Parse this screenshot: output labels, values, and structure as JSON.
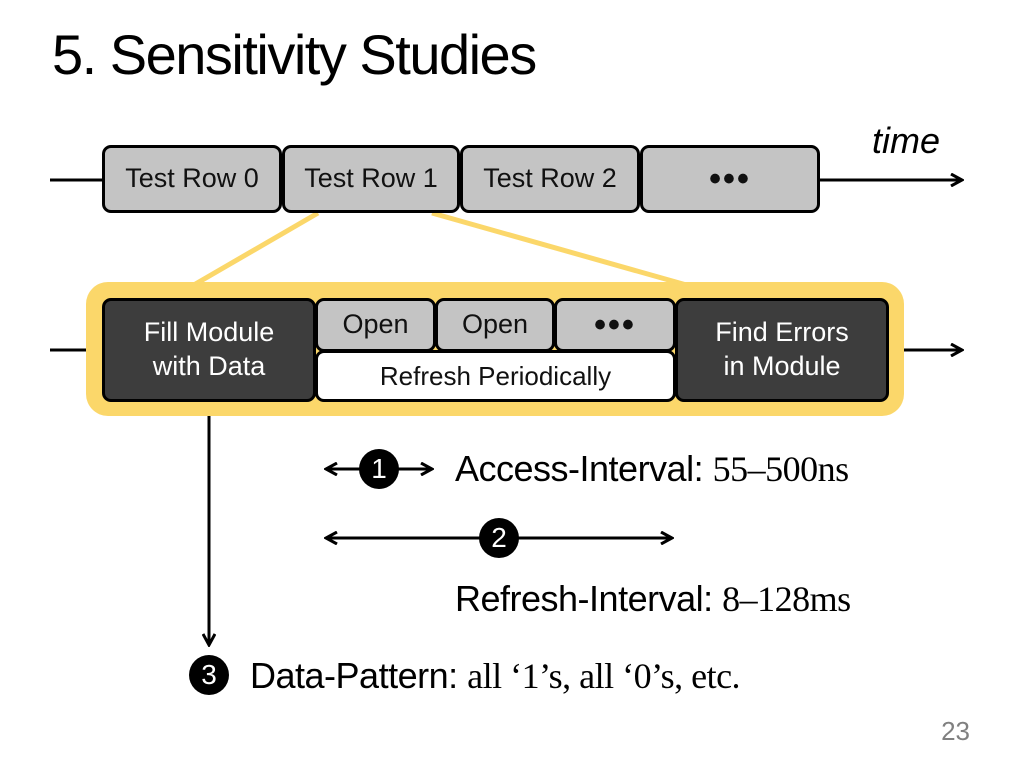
{
  "slide": {
    "title": "5. Sensitivity Studies",
    "page_number": "23"
  },
  "timeline": {
    "time_label": "time",
    "test_rows": [
      "Test Row 0",
      "Test Row 1",
      "Test Row 2"
    ],
    "ellipsis": "•••"
  },
  "row_detail": {
    "fill": "Fill Module with Data",
    "open_1": "Open",
    "open_2": "Open",
    "ellipsis": "•••",
    "refresh": "Refresh Periodically",
    "find": "Find Errors in Module",
    "highlight_color": "#fbd76a"
  },
  "parameters": {
    "access": {
      "number": "1",
      "name": "Access-Interval:",
      "value": "55–500ns"
    },
    "refresh": {
      "number": "2",
      "name": "Refresh-Interval:",
      "value": "8–128ms"
    },
    "pattern": {
      "number": "3",
      "name": "Data-Pattern:",
      "value": "all ‘1’s, all ‘0’s, etc."
    }
  }
}
